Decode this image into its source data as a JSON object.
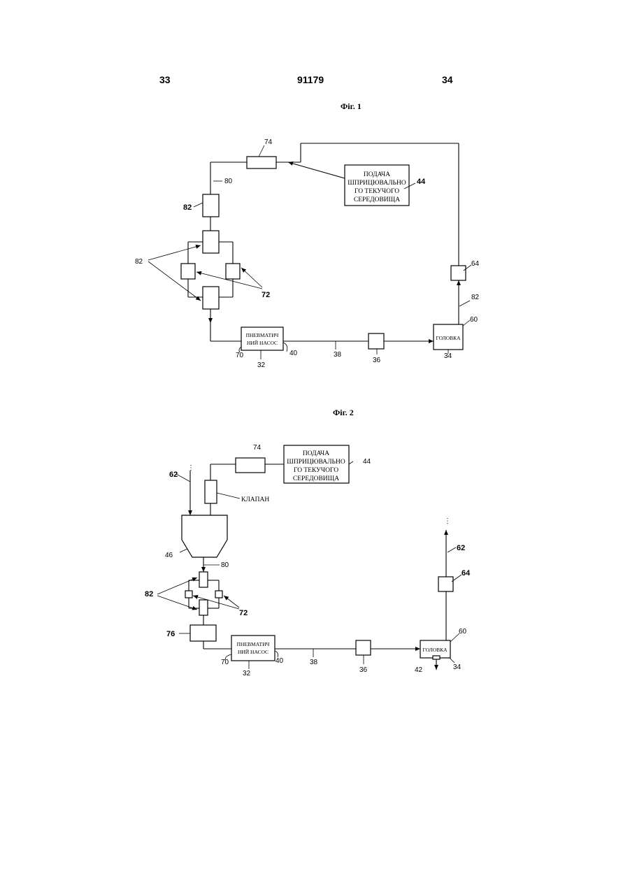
{
  "header": {
    "page_left": "33",
    "patent_number": "91179",
    "page_right": "34"
  },
  "figures": [
    {
      "title": "Фіг. 1",
      "blocks": {
        "feed_lines": [
          "ПОДАЧА",
          "ШПРИЦЮВАЛЬНО",
          "ГО ТЕКУЧОГО",
          "СЕРЕДОВИЩА"
        ],
        "pump_lines": [
          "ПНЕВМАТИЧ",
          "НИЙ НАСОС"
        ],
        "head": "ГОЛОВКА"
      },
      "labels": {
        "n74": "74",
        "n80": "80",
        "n44": "44",
        "n82a": "82",
        "n82b": "82",
        "n72": "72",
        "n64": "64",
        "n82c": "82",
        "n60": "60",
        "n70": "70",
        "n32": "32",
        "n40": "40",
        "n38": "38",
        "n36": "36",
        "n34": "34"
      }
    },
    {
      "title": "Фіг. 2",
      "blocks": {
        "feed_lines": [
          "ПОДАЧА",
          "ШПРИЦЮВАЛЬНО",
          "ГО ТЕКУЧОГО",
          "СЕРЕДОВИЩА"
        ],
        "valve": "КЛАПАН",
        "pump_lines": [
          "ПНЕВМАТИЧ",
          "НИЙ НАСОС"
        ],
        "head": "ГОЛОВКА"
      },
      "labels": {
        "n74": "74",
        "n44": "44",
        "n62a": "62",
        "n46": "46",
        "n80": "80",
        "n82": "82",
        "n72": "72",
        "n76": "76",
        "n70": "70",
        "n32": "32",
        "n40": "40",
        "n38": "38",
        "n36": "36",
        "n42": "42",
        "n34": "34",
        "n60": "60",
        "n64": "64",
        "n62b": "62",
        "dots_left": "⋮",
        "dots_right": "⋮"
      }
    }
  ]
}
